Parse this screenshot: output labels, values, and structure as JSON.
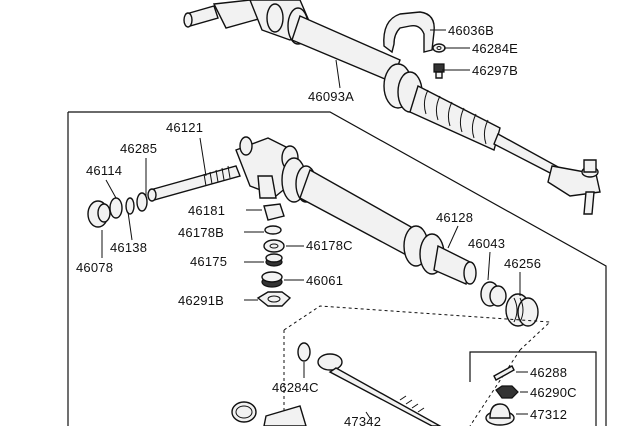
{
  "diagram": {
    "labels": {
      "p46036B": "46036B",
      "p46284E": "46284E",
      "p46297B": "46297B",
      "p46093A": "46093A",
      "p46121": "46121",
      "p46285": "46285",
      "p46114": "46114",
      "p46138": "46138",
      "p46078": "46078",
      "p46181": "46181",
      "p46178B": "46178B",
      "p46178C": "46178C",
      "p46175": "46175",
      "p46061": "46061",
      "p46291B": "46291B",
      "p46128": "46128",
      "p46043": "46043",
      "p46256": "46256",
      "p46284C": "46284C",
      "p47342": "47342",
      "p46288": "46288",
      "p46290C": "46290C",
      "p47312": "47312"
    }
  }
}
